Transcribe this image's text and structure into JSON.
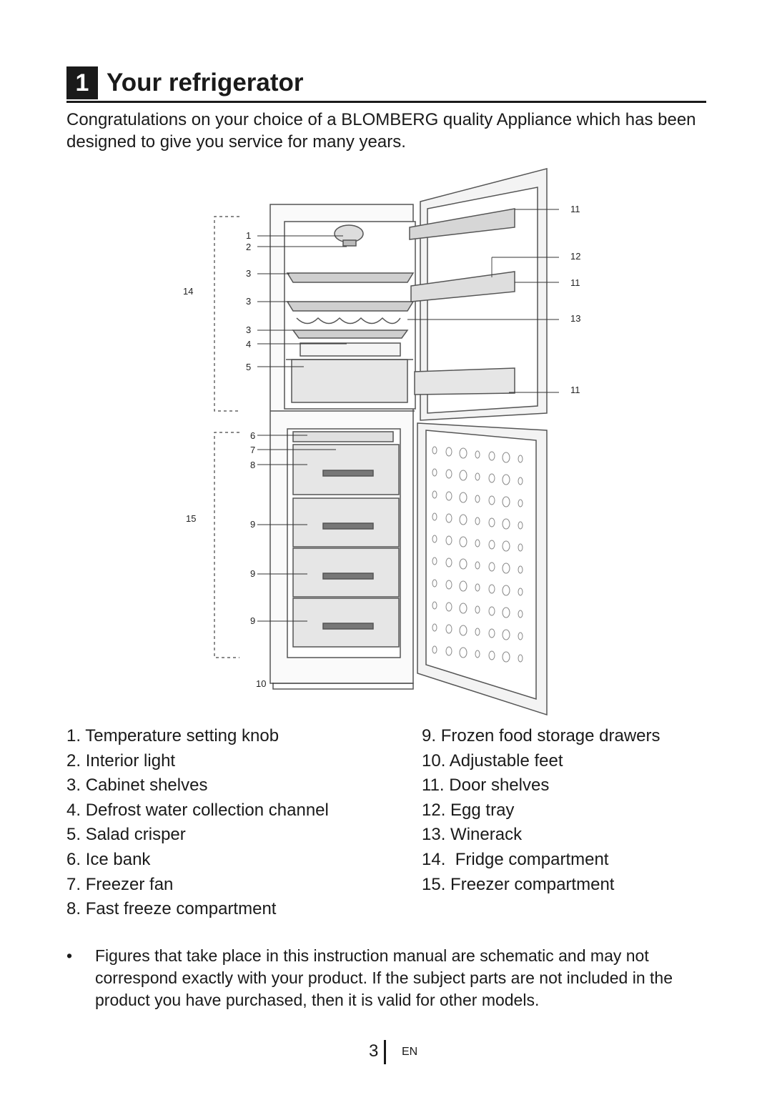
{
  "section": {
    "number": "1",
    "title": "Your refrigerator"
  },
  "intro": "Congratulations on your choice of a BLOMBERG quality Appliance which has been designed to give you service for many years.",
  "diagram": {
    "callouts_left": [
      "1",
      "2",
      "3",
      "3",
      "3",
      "4",
      "5",
      "6",
      "7",
      "8",
      "9",
      "9",
      "9"
    ],
    "callouts_right": [
      "11",
      "12",
      "11",
      "13",
      "11"
    ],
    "callout_bottom": "10",
    "bracket_labels": [
      "14",
      "15"
    ]
  },
  "legend_left": [
    {
      "num": "1.",
      "text": "Temperature setting knob"
    },
    {
      "num": "2.",
      "text": "Interior light"
    },
    {
      "num": "3.",
      "text": "Cabinet shelves"
    },
    {
      "num": "4.",
      "text": "Defrost water collection channel"
    },
    {
      "num": "5.",
      "text": "Salad crisper"
    },
    {
      "num": "6.",
      "text": "Ice bank"
    },
    {
      "num": "7.",
      "text": "Freezer fan"
    },
    {
      "num": "8.",
      "text": "Fast freeze compartment"
    }
  ],
  "legend_right": [
    {
      "num": "9.",
      "text": "Frozen food storage drawers"
    },
    {
      "num": "10.",
      "text": "Adjustable feet"
    },
    {
      "num": "11.",
      "text": "Door shelves"
    },
    {
      "num": "12.",
      "text": "Egg tray"
    },
    {
      "num": "13.",
      "text": "Winerack"
    },
    {
      "num": "14.",
      "text": " Fridge compartment"
    },
    {
      "num": "15.",
      "text": "Freezer compartment"
    }
  ],
  "note": {
    "bullet": "•",
    "text": "Figures that take place in this instruction manual are schematic and may not correspond exactly with your product. If the subject parts are not included in the product you have purchased, then it is valid for other models."
  },
  "footer": {
    "page": "3",
    "lang": "EN"
  }
}
